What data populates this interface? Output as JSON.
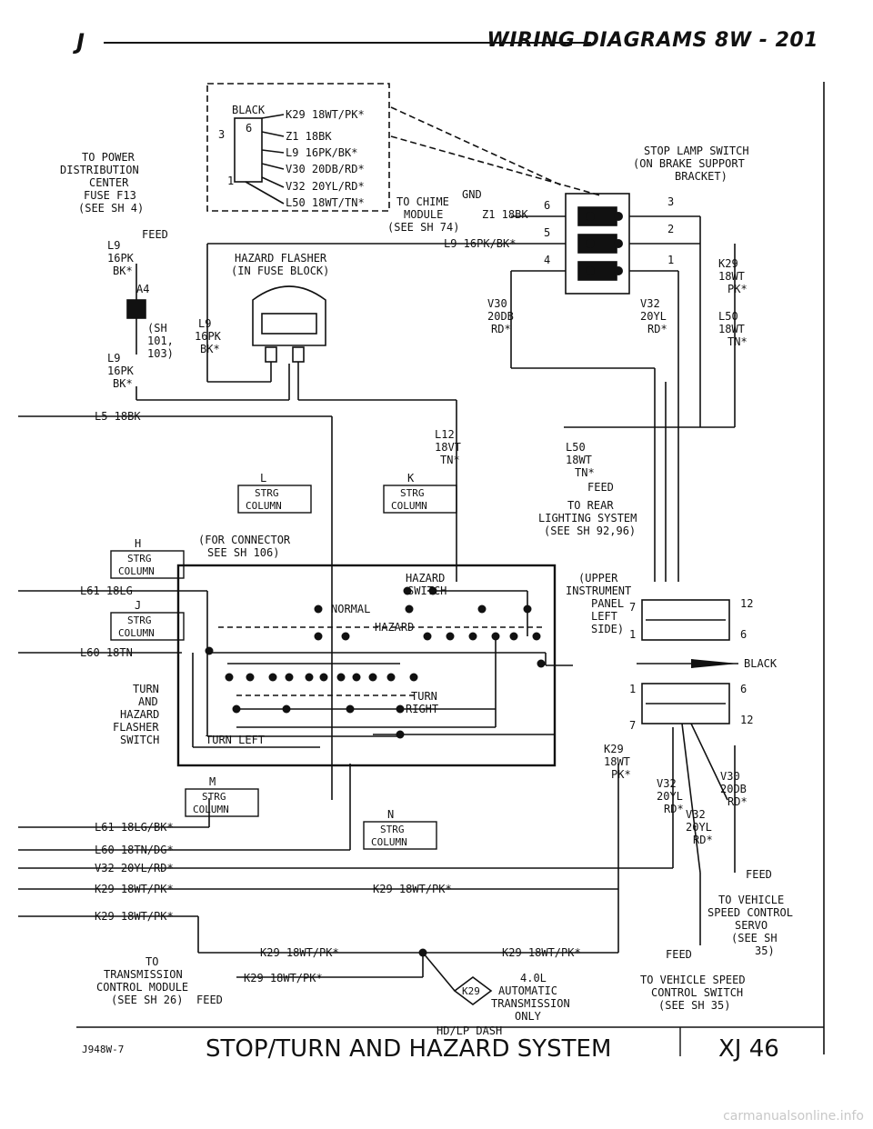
{
  "header": {
    "left_letter": "J",
    "title": "WIRING DIAGRAMS   8W - 201"
  },
  "power": {
    "lines": [
      "TO POWER",
      "DISTRIBUTION",
      "CENTER",
      "FUSE F13",
      "(SEE SH 4)"
    ],
    "feed": "FEED",
    "wire_top": [
      "L9",
      "16PK",
      "BK*"
    ],
    "conn_id": "A4",
    "sheet_ref": [
      "(SH",
      "101,",
      "103)"
    ],
    "wire_bottom": [
      "L9",
      "16PK",
      "BK*"
    ]
  },
  "connector_box": {
    "color": "BLACK",
    "pin_a": "3",
    "pin_b": "6",
    "pin_c": "1",
    "wires": [
      "K29 18WT/PK*",
      "Z1 18BK",
      "L9 16PK/BK*",
      "V30 20DB/RD*",
      "V32 20YL/RD*",
      "L50 18WT/TN*"
    ]
  },
  "chime": {
    "lines": [
      "TO CHIME",
      "MODULE",
      "(SEE SH 74)"
    ]
  },
  "stop_switch": {
    "title": [
      "STOP LAMP SWITCH",
      "(ON BRAKE SUPPORT",
      "BRACKET)"
    ],
    "gnd": "GND",
    "z1": "Z1 18BK",
    "l9": "L9 16PK/BK*",
    "pins": [
      "6",
      "5",
      "4",
      "3",
      "2",
      "1"
    ],
    "v30": [
      "V30",
      "20DB",
      "RD*"
    ],
    "v32": [
      "V32",
      "20YL",
      "RD*"
    ],
    "k29": [
      "K29",
      "18WT",
      "PK*"
    ],
    "l50": [
      "L50",
      "18WT",
      "TN*"
    ]
  },
  "flasher": {
    "title": [
      "HAZARD FLASHER",
      "(IN FUSE BLOCK)"
    ],
    "l9": [
      "L9",
      "16PK",
      "BK*"
    ]
  },
  "l5": "L5 18BK",
  "l12": [
    "L12",
    "18VT",
    "TN*"
  ],
  "l50_rear": {
    "wire": [
      "L50",
      "18WT",
      "TN*"
    ],
    "feed": "FEED",
    "lines": [
      "TO REAR",
      "LIGHTING SYSTEM",
      "(SEE SH 92,96)"
    ]
  },
  "strg": {
    "line1": "STRG",
    "line2": "COLUMN",
    "L": "L",
    "K": "K",
    "H": "H",
    "J": "J",
    "M": "M",
    "N": "N"
  },
  "for_connector": [
    "(FOR CONNECTOR",
    "SEE SH 106)"
  ],
  "hazard_switch": {
    "title": [
      "HAZARD",
      "SWITCH"
    ],
    "normal": "NORMAL",
    "hazard": "HAZARD",
    "turn_right": [
      "TURN",
      "RIGHT"
    ],
    "turn_left": "TURN LEFT",
    "label": [
      "TURN",
      "AND",
      "HAZARD",
      "FLASHER",
      "SWITCH"
    ]
  },
  "left_wires": {
    "l61": "L61 18LG",
    "l60": "L60 18TN",
    "l61b": "L61 18LG/BK*",
    "l60b": "L60 18TN/DG*",
    "v32": "V32 20YL/RD*",
    "k29a": "K29 18WT/PK*",
    "k29mid": "K29 18WT/PK*",
    "k29b": "K29 18WT/PK*"
  },
  "ip_connector": {
    "title": [
      "(UPPER",
      "INSTRUMENT",
      "PANEL",
      "LEFT",
      "SIDE)"
    ],
    "pins": [
      "7",
      "1",
      "12",
      "6"
    ],
    "color": "BLACK",
    "lower_pins": [
      "1",
      "7",
      "6",
      "12"
    ]
  },
  "lower_right": {
    "k29": [
      "K29",
      "18WT",
      "PK*"
    ],
    "v32a": [
      "V32",
      "20YL",
      "RD*"
    ],
    "v30": [
      "V30",
      "20DB",
      "RD*"
    ],
    "v32b": [
      "V32",
      "20YL",
      "RD*"
    ],
    "feed": "FEED",
    "servo": [
      "TO VEHICLE",
      "SPEED CONTROL",
      "SERVO",
      "(SEE SH",
      "35)"
    ],
    "feed2": "FEED",
    "switch": [
      "TO VEHICLE SPEED",
      "CONTROL SWITCH",
      "(SEE SH 35)"
    ]
  },
  "transmission": {
    "lines": [
      "TO",
      "TRANSMISSION",
      "CONTROL MODULE",
      "(SEE SH 26)"
    ],
    "feed": "FEED",
    "k29_1": "K29 18WT/PK*",
    "k29_2": "K29 18WT/PK*",
    "k29_3": "K29 18WT/PK*",
    "diamond": "K29",
    "auto": [
      "4.0L",
      "AUTOMATIC",
      "TRANSMISSION",
      "ONLY"
    ],
    "dash": "HD/LP DASH"
  },
  "footer": {
    "code": "J948W-7",
    "title": "STOP/TURN AND HAZARD SYSTEM",
    "model": "XJ 46"
  },
  "watermark": "carmanualsonline.info"
}
